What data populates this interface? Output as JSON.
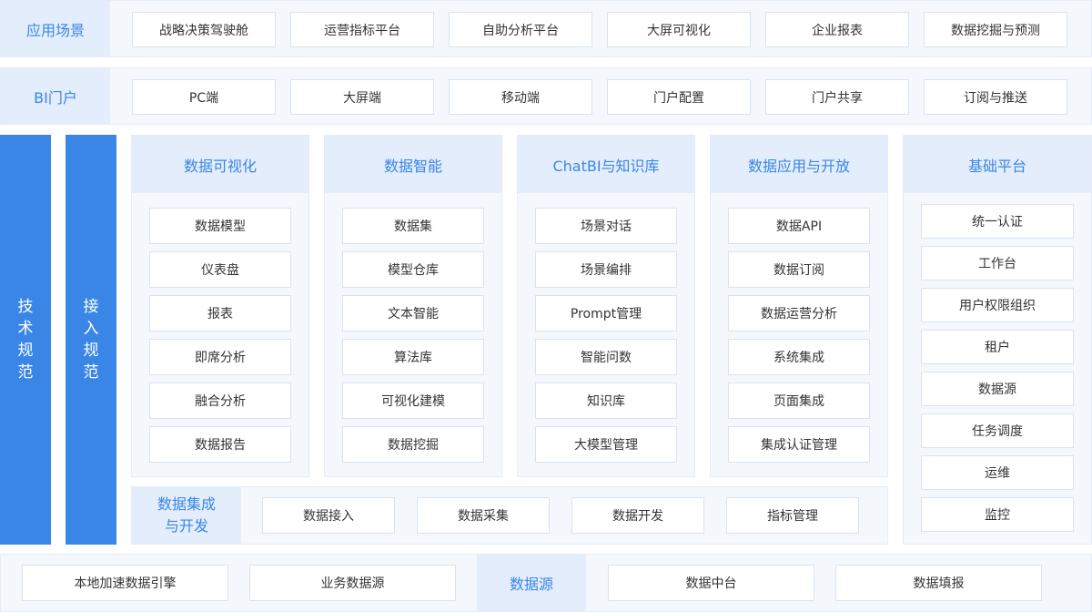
{
  "scenarios": {
    "label": "应用场景",
    "items": [
      "战略决策驾驶舱",
      "运营指标平台",
      "自助分析平台",
      "大屏可视化",
      "企业报表",
      "数据挖掘与预测"
    ]
  },
  "portal": {
    "label": "BI门户",
    "items": [
      "PC端",
      "大屏端",
      "移动端",
      "门户配置",
      "门户共享",
      "订阅与推送"
    ]
  },
  "side_bars": [
    {
      "chars": [
        "技",
        "术",
        "规",
        "范"
      ]
    },
    {
      "chars": [
        "接",
        "入",
        "规",
        "范"
      ]
    }
  ],
  "columns": [
    {
      "title": "数据可视化",
      "items": [
        "数据模型",
        "仪表盘",
        "报表",
        "即席分析",
        "融合分析",
        "数据报告"
      ]
    },
    {
      "title": "数据智能",
      "items": [
        "数据集",
        "模型仓库",
        "文本智能",
        "算法库",
        "可视化建模",
        "数据挖掘"
      ]
    },
    {
      "title": "ChatBI与知识库",
      "items": [
        "场景对话",
        "场景编排",
        "Prompt管理",
        "智能问数",
        "知识库",
        "大模型管理"
      ]
    },
    {
      "title": "数据应用与开放",
      "items": [
        "数据API",
        "数据订阅",
        "数据运营分析",
        "系统集成",
        "页面集成",
        "集成认证管理"
      ]
    }
  ],
  "platform": {
    "title": "基础平台",
    "items": [
      "统一认证",
      "工作台",
      "用户权限组织",
      "租户",
      "数据源",
      "任务调度",
      "运维",
      "监控"
    ]
  },
  "integration": {
    "label_lines": [
      "数据集成",
      "与开发"
    ],
    "items": [
      "数据接入",
      "数据采集",
      "数据开发",
      "指标管理"
    ]
  },
  "datasource": {
    "label": "数据源",
    "left_items": [
      "本地加速数据引擎",
      "业务数据源"
    ],
    "right_items": [
      "数据中台",
      "数据填报"
    ]
  }
}
